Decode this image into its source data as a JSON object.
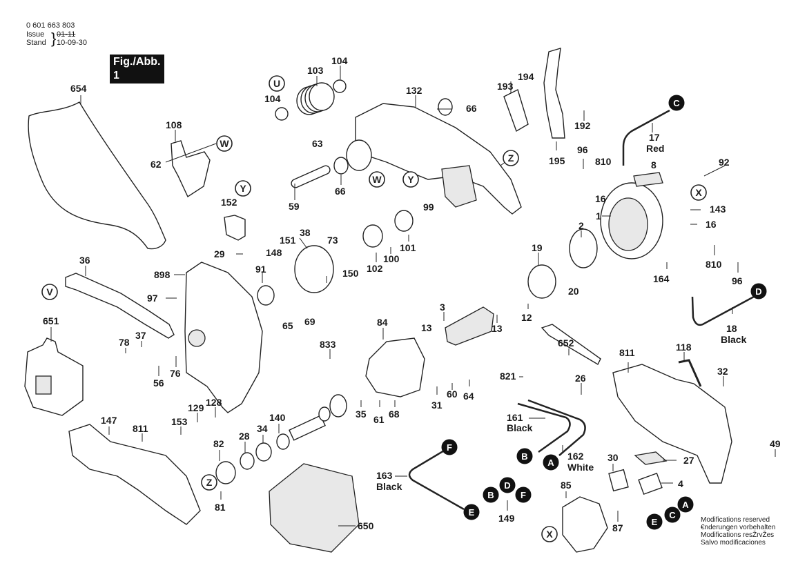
{
  "header": {
    "document_number": "0 601 663 803",
    "issue_label": "Issue",
    "stand_label": "Stand",
    "issue_value": "01-11",
    "stand_value": "10-09-30",
    "figure_badge": "Fig./Abb. 1"
  },
  "parts": [
    {
      "id": "654",
      "text": "654"
    },
    {
      "id": "108",
      "text": "108"
    },
    {
      "id": "62",
      "text": "62"
    },
    {
      "id": "103",
      "text": "103"
    },
    {
      "id": "104a",
      "text": "104"
    },
    {
      "id": "104b",
      "text": "104"
    },
    {
      "id": "132",
      "text": "132"
    },
    {
      "id": "66a",
      "text": "66"
    },
    {
      "id": "66b",
      "text": "66"
    },
    {
      "id": "63",
      "text": "63"
    },
    {
      "id": "59",
      "text": "59"
    },
    {
      "id": "99",
      "text": "99"
    },
    {
      "id": "193",
      "text": "193"
    },
    {
      "id": "194",
      "text": "194"
    },
    {
      "id": "192",
      "text": "192"
    },
    {
      "id": "195",
      "text": "195"
    },
    {
      "id": "96a",
      "text": "96"
    },
    {
      "id": "810a",
      "text": "810"
    },
    {
      "id": "8",
      "text": "8"
    },
    {
      "id": "92",
      "text": "92"
    },
    {
      "id": "16a",
      "text": "16"
    },
    {
      "id": "143",
      "text": "143"
    },
    {
      "id": "1",
      "text": "1"
    },
    {
      "id": "16b",
      "text": "16"
    },
    {
      "id": "2",
      "text": "2"
    },
    {
      "id": "810b",
      "text": "810"
    },
    {
      "id": "96b",
      "text": "96"
    },
    {
      "id": "164",
      "text": "164"
    },
    {
      "id": "19",
      "text": "19"
    },
    {
      "id": "20",
      "text": "20"
    },
    {
      "id": "152",
      "text": "152"
    },
    {
      "id": "29",
      "text": "29"
    },
    {
      "id": "38",
      "text": "38"
    },
    {
      "id": "151",
      "text": "151"
    },
    {
      "id": "148",
      "text": "148"
    },
    {
      "id": "73",
      "text": "73"
    },
    {
      "id": "91",
      "text": "91"
    },
    {
      "id": "150",
      "text": "150"
    },
    {
      "id": "102",
      "text": "102"
    },
    {
      "id": "100",
      "text": "100"
    },
    {
      "id": "101",
      "text": "101"
    },
    {
      "id": "36",
      "text": "36"
    },
    {
      "id": "898",
      "text": "898"
    },
    {
      "id": "97",
      "text": "97"
    },
    {
      "id": "65",
      "text": "65"
    },
    {
      "id": "69",
      "text": "69"
    },
    {
      "id": "3",
      "text": "3"
    },
    {
      "id": "13a",
      "text": "13"
    },
    {
      "id": "13b",
      "text": "13"
    },
    {
      "id": "12",
      "text": "12"
    },
    {
      "id": "84",
      "text": "84"
    },
    {
      "id": "651",
      "text": "651"
    },
    {
      "id": "37",
      "text": "37"
    },
    {
      "id": "78",
      "text": "78"
    },
    {
      "id": "56",
      "text": "56"
    },
    {
      "id": "76",
      "text": "76"
    },
    {
      "id": "833",
      "text": "833"
    },
    {
      "id": "31",
      "text": "31"
    },
    {
      "id": "60",
      "text": "60"
    },
    {
      "id": "64",
      "text": "64"
    },
    {
      "id": "35",
      "text": "35"
    },
    {
      "id": "61",
      "text": "61"
    },
    {
      "id": "68",
      "text": "68"
    },
    {
      "id": "652",
      "text": "652"
    },
    {
      "id": "811a",
      "text": "811"
    },
    {
      "id": "118",
      "text": "118"
    },
    {
      "id": "32",
      "text": "32"
    },
    {
      "id": "821",
      "text": "821"
    },
    {
      "id": "26",
      "text": "26"
    },
    {
      "id": "129",
      "text": "129"
    },
    {
      "id": "128",
      "text": "128"
    },
    {
      "id": "153",
      "text": "153"
    },
    {
      "id": "140",
      "text": "140"
    },
    {
      "id": "34",
      "text": "34"
    },
    {
      "id": "28",
      "text": "28"
    },
    {
      "id": "147",
      "text": "147"
    },
    {
      "id": "811b",
      "text": "811"
    },
    {
      "id": "82",
      "text": "82"
    },
    {
      "id": "81",
      "text": "81"
    },
    {
      "id": "161",
      "text": "161"
    },
    {
      "id": "162",
      "text": "162"
    },
    {
      "id": "163",
      "text": "163"
    },
    {
      "id": "149",
      "text": "149"
    },
    {
      "id": "650",
      "text": "650"
    },
    {
      "id": "30",
      "text": "30"
    },
    {
      "id": "27",
      "text": "27"
    },
    {
      "id": "4",
      "text": "4"
    },
    {
      "id": "85",
      "text": "85"
    },
    {
      "id": "87",
      "text": "87"
    },
    {
      "id": "49",
      "text": "49"
    },
    {
      "id": "17",
      "text": "17"
    },
    {
      "id": "18",
      "text": "18"
    }
  ],
  "wire_colors": {
    "17": "Red",
    "18": "Black",
    "161": "Black",
    "162": "White",
    "163": "Black"
  },
  "open_refs": [
    {
      "key": "U",
      "text": "U"
    },
    {
      "key": "W1",
      "text": "W"
    },
    {
      "key": "W2",
      "text": "W"
    },
    {
      "key": "Y1",
      "text": "Y"
    },
    {
      "key": "Y2",
      "text": "Y"
    },
    {
      "key": "Z1",
      "text": "Z"
    },
    {
      "key": "Z2",
      "text": "Z"
    },
    {
      "key": "X1",
      "text": "X"
    },
    {
      "key": "X2",
      "text": "X"
    },
    {
      "key": "V",
      "text": "V"
    }
  ],
  "filled_refs": [
    {
      "key": "C1",
      "text": "C"
    },
    {
      "key": "D1",
      "text": "D"
    },
    {
      "key": "B1",
      "text": "B"
    },
    {
      "key": "A1",
      "text": "A"
    },
    {
      "key": "F1",
      "text": "F"
    },
    {
      "key": "E1",
      "text": "E"
    },
    {
      "key": "B2",
      "text": "B"
    },
    {
      "key": "D2",
      "text": "D"
    },
    {
      "key": "F2",
      "text": "F"
    },
    {
      "key": "A2",
      "text": "A"
    },
    {
      "key": "C2",
      "text": "C"
    },
    {
      "key": "E2",
      "text": "E"
    }
  ],
  "notes": [
    "Modifications reserved",
    "€nderungen vorbehalten",
    "Modifications resŽrvŽes",
    "Salvo modificaciones"
  ]
}
